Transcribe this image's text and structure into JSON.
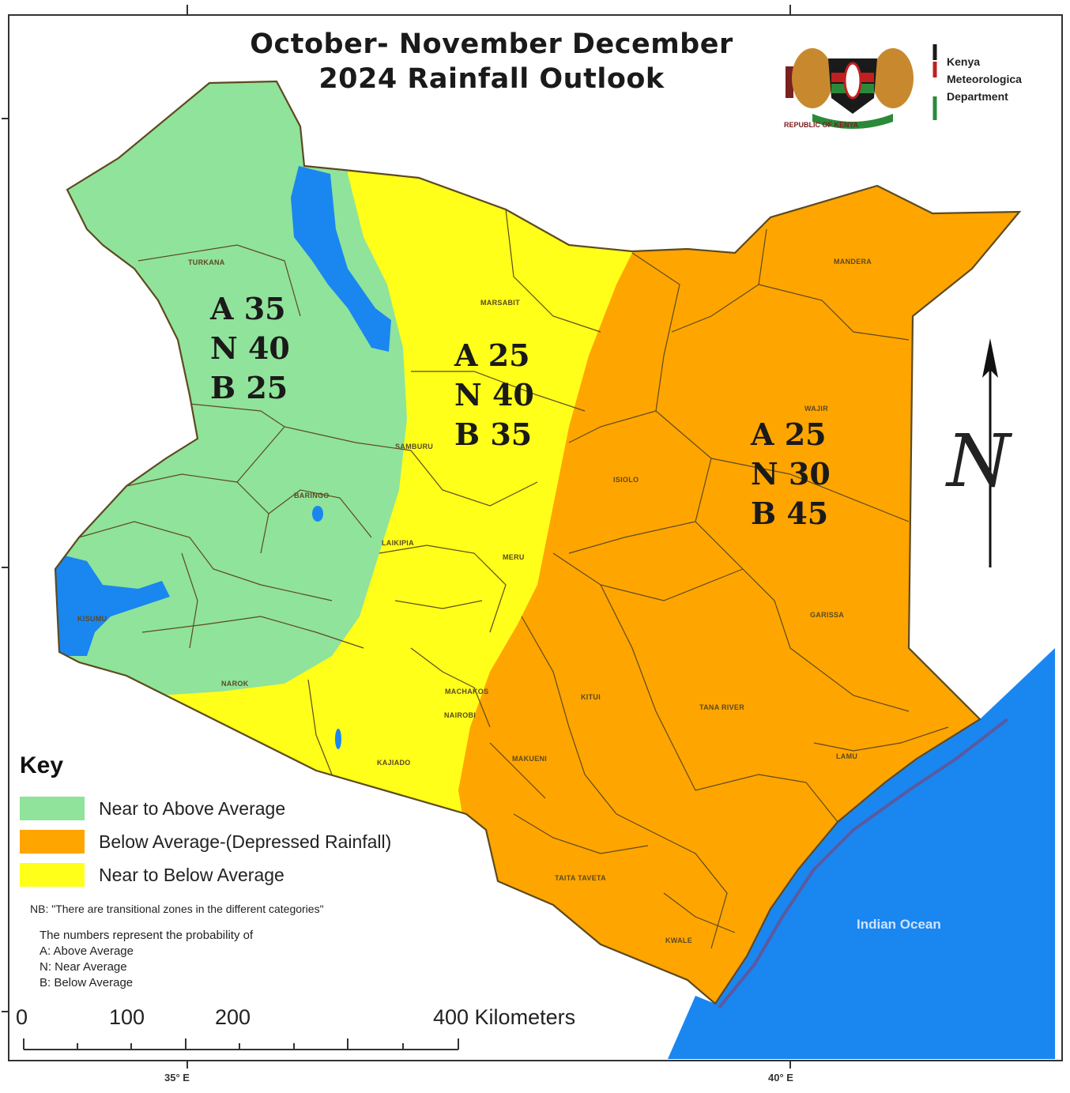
{
  "map": {
    "title_line1": "October- November December",
    "title_line2": "2024 Rainfall Outlook",
    "colors": {
      "near_above": "#90e39a",
      "below": "#ffa500",
      "near_below": "#ffff1a",
      "water": "#1a86f0",
      "border": "#5c4a20"
    },
    "zones": [
      {
        "name": "Near to Above Average",
        "A": "A 35",
        "N": "N 40",
        "B": "B 25"
      },
      {
        "name": "Near to Below Average",
        "A": "A 25",
        "N": "N 40",
        "B": "B 35"
      },
      {
        "name": "Below Average",
        "A": "A 25",
        "N": "N 30",
        "B": "B 45"
      }
    ],
    "places": [
      "TURKANA",
      "MARSABIT",
      "MANDERA",
      "WAJIR",
      "ISIOLO",
      "SAMBURU",
      "LAIKIPIA",
      "MERU",
      "GARISSA",
      "KITUI",
      "TANA RIVER",
      "LAMU",
      "TAITA TAVETA",
      "KWALE",
      "KAJIADO",
      "NAROK",
      "NAIROBI",
      "KISUMU",
      "BARINGO",
      "MAKUENI",
      "MACHAKOS"
    ],
    "ocean_label": "Indian Ocean",
    "north_letter": "N"
  },
  "logo": {
    "caption": "REPUBLIC OF KENYA",
    "dept": [
      "Kenya",
      "Meteorologica",
      "Department"
    ]
  },
  "legend": {
    "title": "Key",
    "items": [
      {
        "label": "Near to Above Average",
        "color": "#90e39a"
      },
      {
        "label": "Below Average-(Depressed Rainfall)",
        "color": "#ffa500"
      },
      {
        "label": "Near to Below Average",
        "color": "#ffff1a"
      }
    ],
    "note": "NB: \"There are transitional zones in the different categories\"",
    "explain_lines": [
      "The numbers represent the probability of",
      "A: Above Average",
      "N: Near Average",
      "B: Below Average"
    ]
  },
  "scale": {
    "labels": [
      "0",
      "100",
      "200",
      "400 Kilometers"
    ]
  },
  "axes": {
    "lon_labels": [
      "35° E",
      "40° E"
    ]
  }
}
